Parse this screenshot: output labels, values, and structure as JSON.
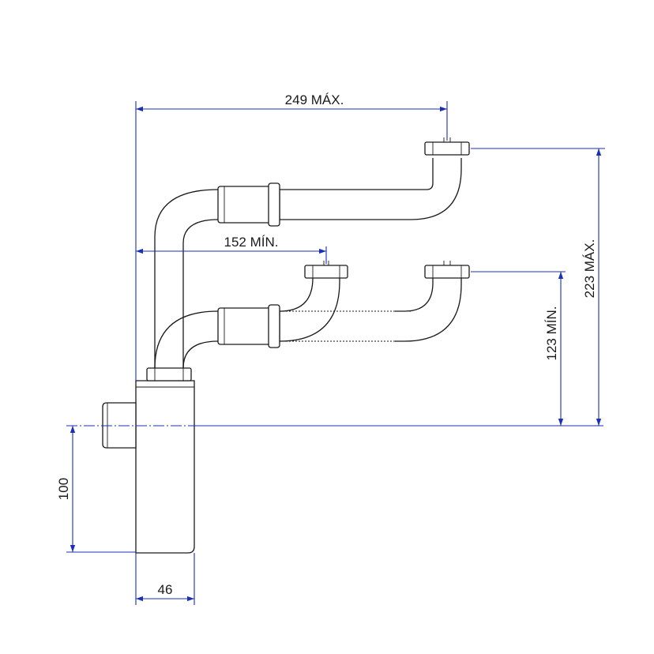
{
  "dimensions": {
    "top_width": "249 MÁX.",
    "mid_width": "152 MÍN.",
    "right_height_max": "223 MÁX.",
    "right_height_min": "123 MÍN.",
    "bottom_height": "100",
    "bottom_width": "46"
  },
  "colors": {
    "dimension_lines": "#1a2fb8",
    "outline": "#1a1a1a"
  }
}
